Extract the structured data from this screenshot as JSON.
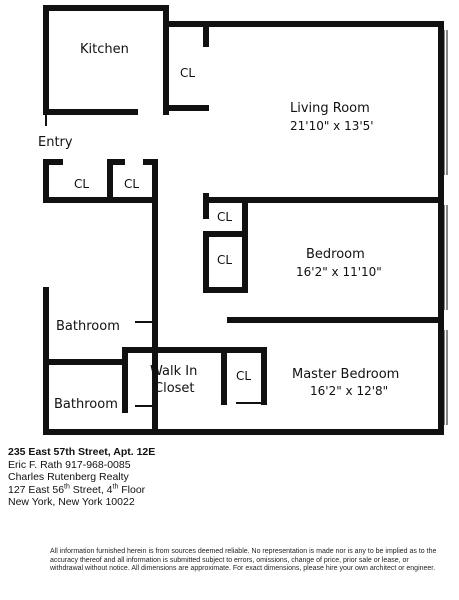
{
  "floorplan": {
    "rooms": {
      "kitchen": "Kitchen",
      "entry": "Entry",
      "living_room": "Living Room",
      "living_room_dims": "21'10\" x 13'5'",
      "bedroom": "Bedroom",
      "bedroom_dims": "16'2\" x 11'10\"",
      "master_bedroom": "Master Bedroom",
      "master_bedroom_dims": "16'2\" x 12'8\"",
      "bathroom_1": "Bathroom",
      "bathroom_2": "Bathroom",
      "walk_in_closet_line1": "Walk In",
      "walk_in_closet_line2": "Closet"
    },
    "closet_label": "CL"
  },
  "listing": {
    "address": "235 East 57th Street, Apt. 12E",
    "agent": "Eric F. Rath  917-968-0085",
    "company": "Charles Rutenberg Realty",
    "office_street_pre": "127 East 56",
    "office_street_sup": "th",
    "office_street_mid": " Street, 4",
    "office_street_sup2": "th",
    "office_street_post": " Floor",
    "office_city": "New York, New York 10022"
  },
  "disclaimer": "All information furnished herein is from sources deemed reliable. No representation is made nor is any to be implied as to the accuracy thereof and all information is submitted subject to errors, omissions, change of price, prior sale or lease, or withdrawal without notice. All dimensions are approximate. For exact dimensions, please hire your own architect or engineer."
}
